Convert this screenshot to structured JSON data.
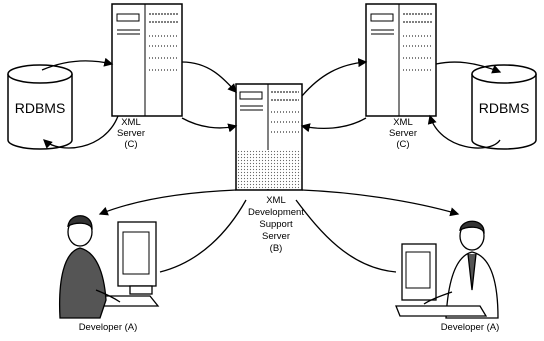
{
  "diagram": {
    "databases": {
      "left": {
        "label": "RDBMS"
      },
      "right": {
        "label": "RDBMS"
      }
    },
    "servers": {
      "left": {
        "line1": "XML",
        "line2": "Server",
        "line3": "(C)"
      },
      "right": {
        "line1": "XML",
        "line2": "Server",
        "line3": "(C)"
      },
      "center": {
        "line1": "XML",
        "line2": "Development",
        "line3": "Support",
        "line4": "Server",
        "line5": "(B)"
      }
    },
    "developers": {
      "left": {
        "label": "Developer (A)"
      },
      "right": {
        "label": "Developer (A)"
      }
    },
    "colors": {
      "stroke": "#000000",
      "background": "#ffffff",
      "shade": "#c8c8c8"
    }
  }
}
